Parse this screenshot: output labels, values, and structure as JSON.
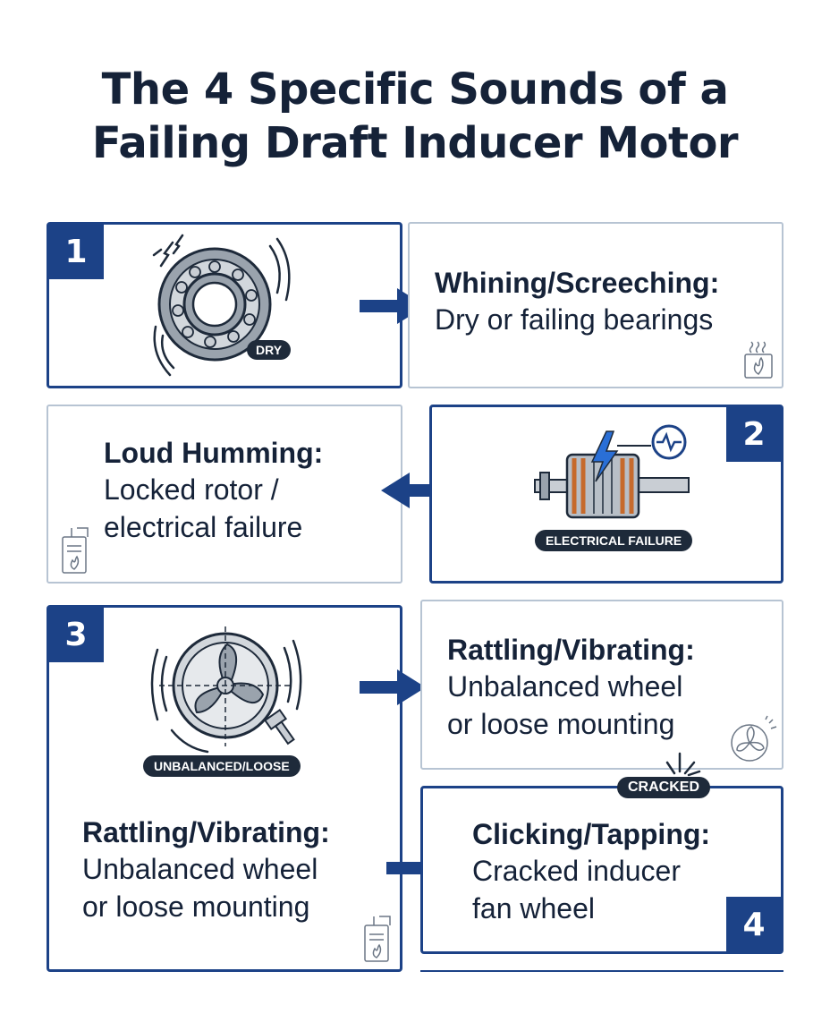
{
  "title": {
    "line1": "The 4 Specific Sounds of a",
    "line2": "Failing Draft Inducer Motor"
  },
  "panels": [
    {
      "number": "1",
      "sound": "Whining/Screeching:",
      "cause_line1": "Dry or failing bearings",
      "tag": "DRY",
      "image_icon": "ball-bearing-icon",
      "corner_icon": "furnace-flame-icon"
    },
    {
      "number": "2",
      "sound": "Loud Humming:",
      "cause_line1": "Locked rotor /",
      "cause_line2": "electrical failure",
      "tag": "ELECTRICAL FAILURE",
      "image_icon": "motor-rotor-icon",
      "corner_icon": "water-heater-icon"
    },
    {
      "number": "3",
      "sound": "Rattling/Vibrating:",
      "cause_line1": "Unbalanced wheel",
      "cause_line2": "or loose mounting",
      "tag": "UNBALANCED/LOOSE",
      "image_icon": "fan-wheel-icon",
      "corner_icon": "fan-small-icon",
      "left_sound": "Rattling/Vibrating:",
      "left_cause_line1": "Unbalanced wheel",
      "left_cause_line2": "or loose mounting",
      "left_corner_icon": "water-heater-icon"
    },
    {
      "number": "4",
      "sound": "Clicking/Tapping:",
      "cause_line1": "Cracked inducer",
      "cause_line2": "fan wheel",
      "tag": "CRACKED"
    }
  ],
  "colors": {
    "accent": "#1c4287",
    "text": "#152238",
    "pill": "#1e2a3a",
    "border_light": "#b7c4d3"
  }
}
